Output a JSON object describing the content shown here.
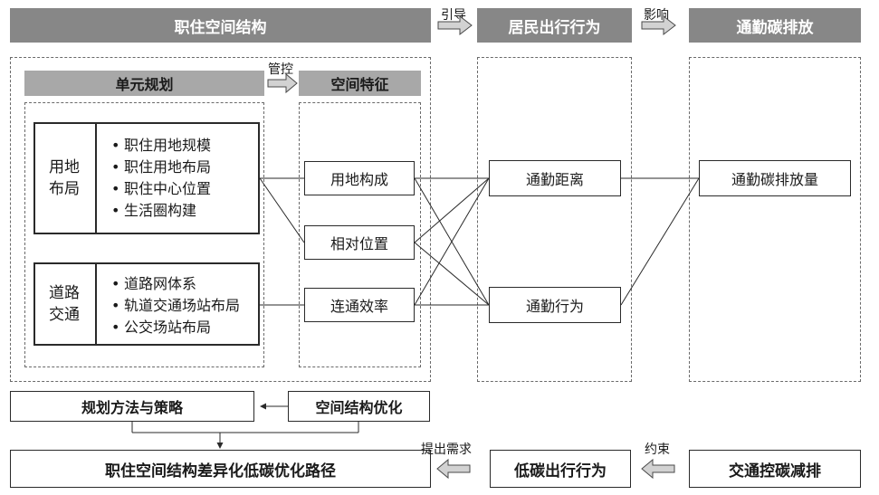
{
  "top_headers": {
    "structure": "职住空间结构",
    "behavior": "居民出行行为",
    "emission": "通勤碳排放"
  },
  "arrow_labels": {
    "guide": "引导",
    "influence": "影响",
    "control": "管控",
    "requirement": "提出需求",
    "constraint": "约束"
  },
  "sub_headers": {
    "unit_planning": "单元规划",
    "spatial_features": "空间特征"
  },
  "land_use": {
    "title_line1": "用地",
    "title_line2": "布局",
    "items": [
      "职住用地规模",
      "职住用地布局",
      "职住中心位置",
      "生活圈构建"
    ]
  },
  "road_traffic": {
    "title_line1": "道路",
    "title_line2": "交通",
    "items": [
      "道路网体系",
      "轨道交通场站布局",
      "公交场站布局"
    ]
  },
  "features": [
    "用地构成",
    "相对位置",
    "连通效率"
  ],
  "behaviors": [
    "通勤距离",
    "通勤行为"
  ],
  "emission_box": "通勤碳排放量",
  "bottom": {
    "planning_methods": "规划方法与策略",
    "structure_optimization": "空间结构优化",
    "low_carbon_path": "职住空间结构差异化低碳优化路径",
    "low_carbon_travel": "低碳出行行为",
    "traffic_reduction": "交通控碳减排"
  },
  "colors": {
    "header_gray": "#878787",
    "subheader_gray": "#a8a8a8",
    "line": "#2a2a2a"
  }
}
